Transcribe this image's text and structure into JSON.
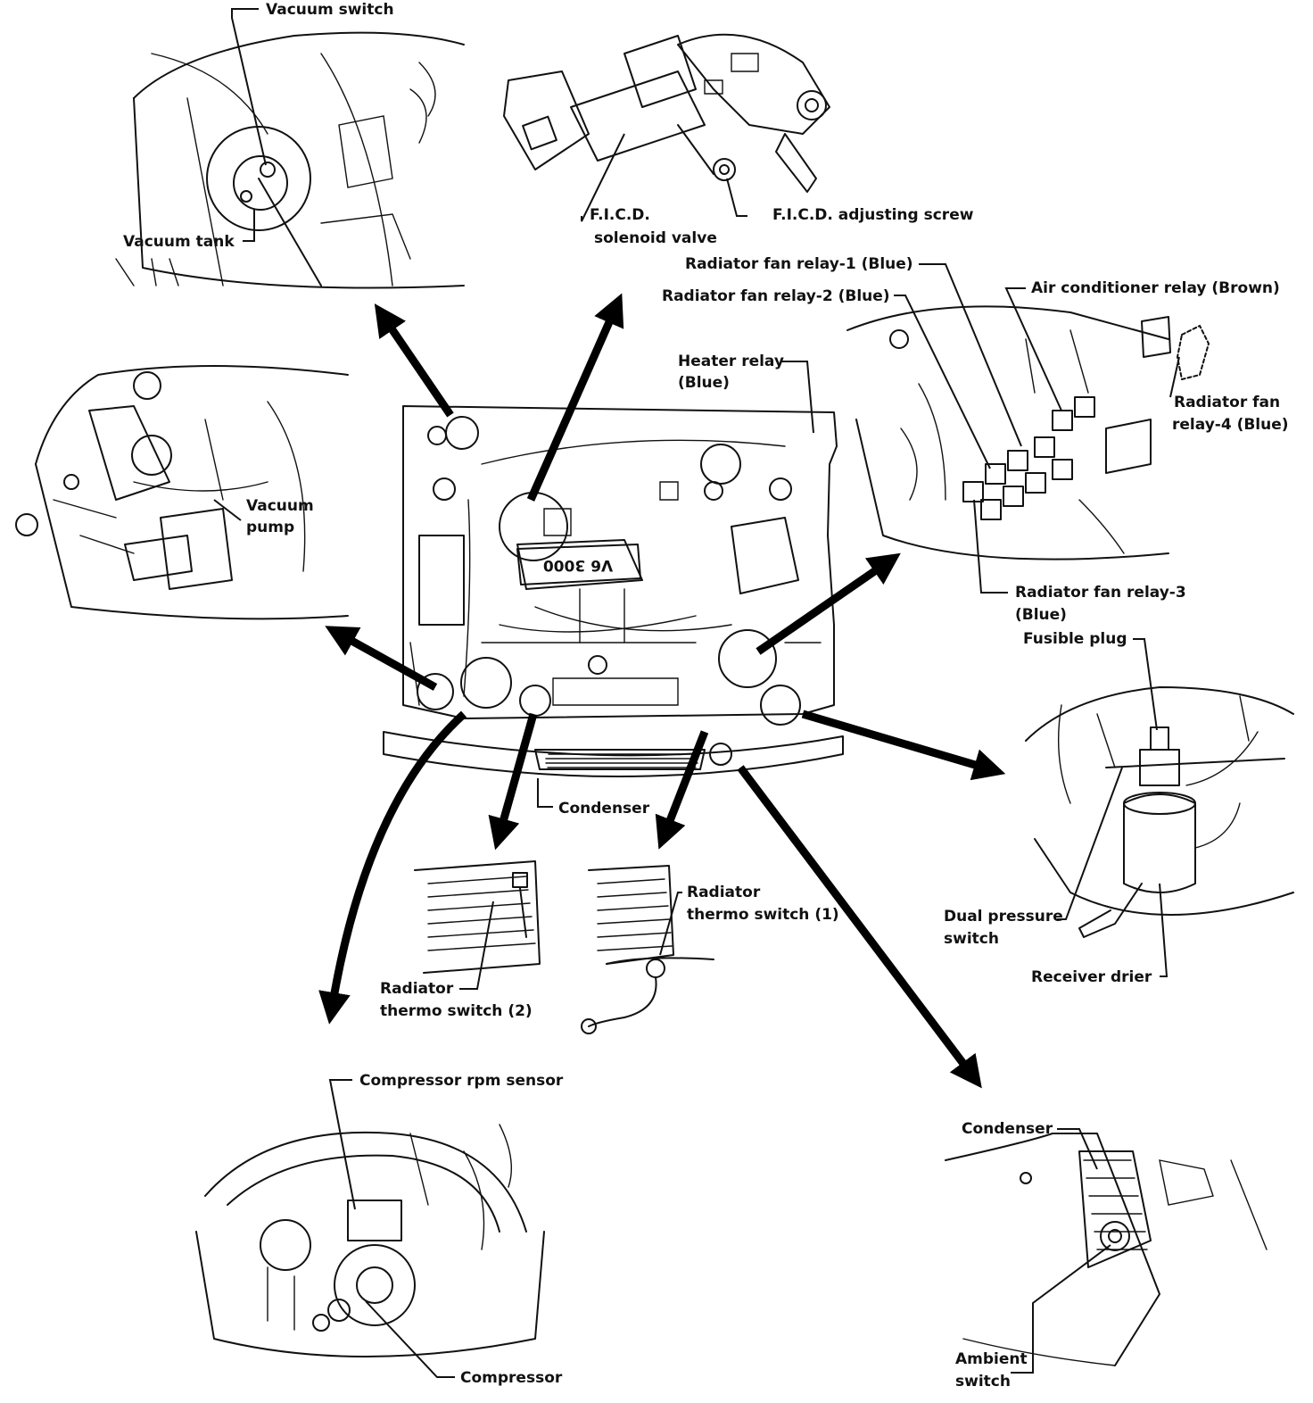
{
  "labels": {
    "vacuum_switch": "Vacuum switch",
    "vacuum_tank": "Vacuum tank",
    "ficd_solenoid_1": "F.I.C.D.",
    "ficd_solenoid_2": "solenoid valve",
    "ficd_screw": "F.I.C.D. adjusting screw",
    "fan_relay_1": "Radiator fan relay-1 (Blue)",
    "fan_relay_2": "Radiator fan relay-2 (Blue)",
    "ac_relay": "Air conditioner relay (Brown)",
    "heater_relay_1": "Heater relay",
    "heater_relay_2": "(Blue)",
    "fan_relay_4_1": "Radiator fan",
    "fan_relay_4_2": "relay-4 (Blue)",
    "vacuum_pump_1": "Vacuum",
    "vacuum_pump_2": "pump",
    "fan_relay_3_1": "Radiator fan relay-3",
    "fan_relay_3_2": "(Blue)",
    "fusible_plug": "Fusible plug",
    "condenser_center": "Condenser",
    "thermo_1_1": "Radiator",
    "thermo_1_2": "thermo switch (1)",
    "thermo_2_1": "Radiator",
    "thermo_2_2": "thermo switch (2)",
    "dual_pressure_1": "Dual pressure",
    "dual_pressure_2": "switch",
    "receiver_drier": "Receiver drier",
    "compressor_rpm": "Compressor rpm sensor",
    "compressor": "Compressor",
    "condenser_br": "Condenser",
    "ambient_1": "Ambient",
    "ambient_2": "switch",
    "engine_badge": "V6 3000"
  }
}
